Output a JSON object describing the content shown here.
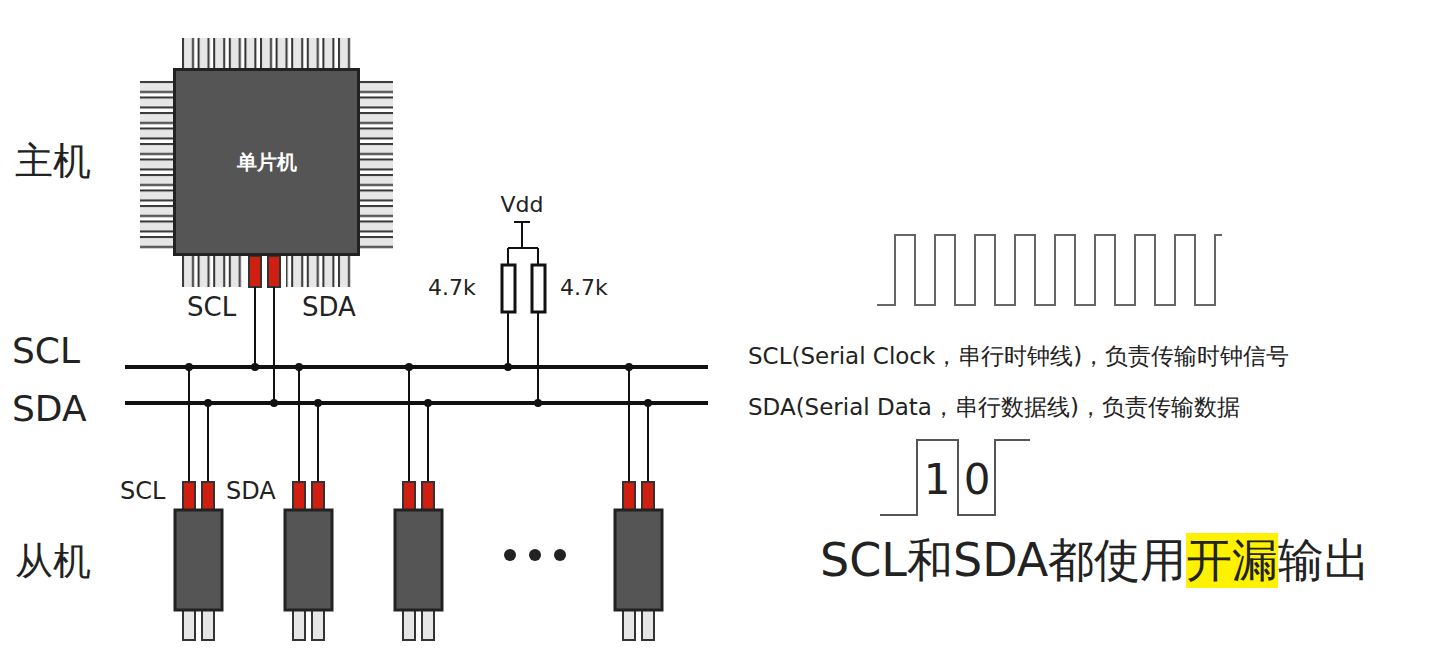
{
  "diagram": {
    "nodes": [
      {
        "text": [
          "单片机"
        ]
      }
    ],
    "labels": [
      "主机",
      "SCL",
      "SDA",
      "Vdd",
      "4.7k",
      "4.7k",
      "SCL",
      "SDA",
      "SCL(Serial Clock，串行时钟线)，负责传输时钟信号",
      "SDA(Serial Data，串行数据线)，负责传输数据",
      "1",
      "0",
      "SCL",
      "SDA",
      "从机",
      "SCL和SDA都使用",
      "开漏",
      "输出"
    ]
  }
}
